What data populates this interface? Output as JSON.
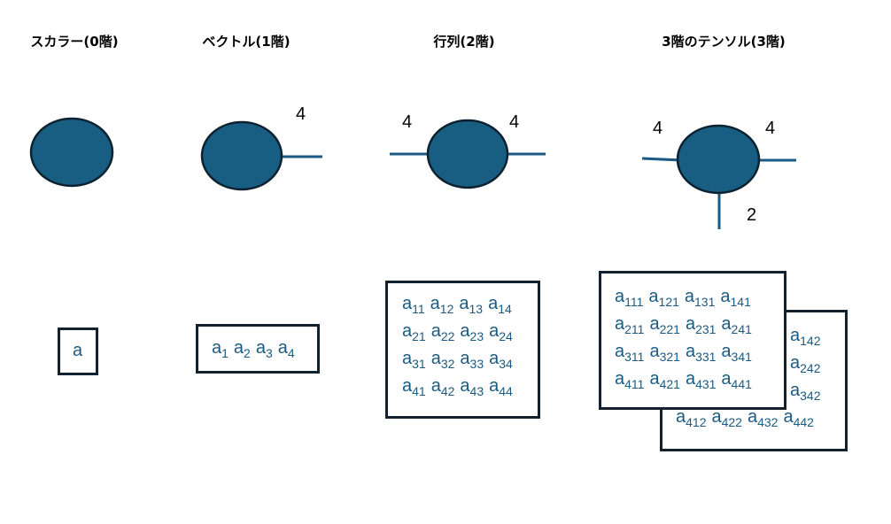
{
  "columns": [
    {
      "id": "scalar",
      "title": "スカラー(0階)"
    },
    {
      "id": "vector",
      "title": "ベクトル(1階)"
    },
    {
      "id": "matrix",
      "title": "行列(2階)"
    },
    {
      "id": "tensor3",
      "title": "3階のテンソル(3階)"
    }
  ],
  "dims": {
    "vector_right": "4",
    "matrix_left": "4",
    "matrix_right": "4",
    "tensor_left": "4",
    "tensor_right": "4",
    "tensor_down": "2"
  },
  "scalar_box": {
    "value": "a"
  },
  "vector_box": {
    "elements": [
      {
        "base": "a",
        "sub": "1"
      },
      {
        "base": "a",
        "sub": "2"
      },
      {
        "base": "a",
        "sub": "3"
      },
      {
        "base": "a",
        "sub": "4"
      }
    ]
  },
  "matrix_box": {
    "rows": [
      [
        {
          "base": "a",
          "sub": "11"
        },
        {
          "base": "a",
          "sub": "12"
        },
        {
          "base": "a",
          "sub": "13"
        },
        {
          "base": "a",
          "sub": "14"
        }
      ],
      [
        {
          "base": "a",
          "sub": "21"
        },
        {
          "base": "a",
          "sub": "22"
        },
        {
          "base": "a",
          "sub": "23"
        },
        {
          "base": "a",
          "sub": "24"
        }
      ],
      [
        {
          "base": "a",
          "sub": "31"
        },
        {
          "base": "a",
          "sub": "32"
        },
        {
          "base": "a",
          "sub": "33"
        },
        {
          "base": "a",
          "sub": "34"
        }
      ],
      [
        {
          "base": "a",
          "sub": "41"
        },
        {
          "base": "a",
          "sub": "42"
        },
        {
          "base": "a",
          "sub": "43"
        },
        {
          "base": "a",
          "sub": "44"
        }
      ]
    ]
  },
  "tensor_front": {
    "rows": [
      [
        {
          "base": "a",
          "sub": "111"
        },
        {
          "base": "a",
          "sub": "121"
        },
        {
          "base": "a",
          "sub": "131"
        },
        {
          "base": "a",
          "sub": "141"
        }
      ],
      [
        {
          "base": "a",
          "sub": "211"
        },
        {
          "base": "a",
          "sub": "221"
        },
        {
          "base": "a",
          "sub": "231"
        },
        {
          "base": "a",
          "sub": "241"
        }
      ],
      [
        {
          "base": "a",
          "sub": "311"
        },
        {
          "base": "a",
          "sub": "321"
        },
        {
          "base": "a",
          "sub": "331"
        },
        {
          "base": "a",
          "sub": "341"
        }
      ],
      [
        {
          "base": "a",
          "sub": "411"
        },
        {
          "base": "a",
          "sub": "421"
        },
        {
          "base": "a",
          "sub": "431"
        },
        {
          "base": "a",
          "sub": "441"
        }
      ]
    ]
  },
  "tensor_back_visible": {
    "right_column": [
      {
        "base": "a",
        "sub": "142"
      },
      {
        "base": "a",
        "sub": "242"
      },
      {
        "base": "a",
        "sub": "342"
      }
    ],
    "bottom_row": [
      {
        "base": "a",
        "sub": "412"
      },
      {
        "base": "a",
        "sub": "422"
      },
      {
        "base": "a",
        "sub": "432"
      },
      {
        "base": "a",
        "sub": "442"
      }
    ]
  },
  "colors": {
    "node_fill": "#175e82",
    "node_stroke": "#0d2230",
    "edge": "#1b5a82",
    "box_border": "#11212d",
    "element_text": "#1b5a82"
  }
}
